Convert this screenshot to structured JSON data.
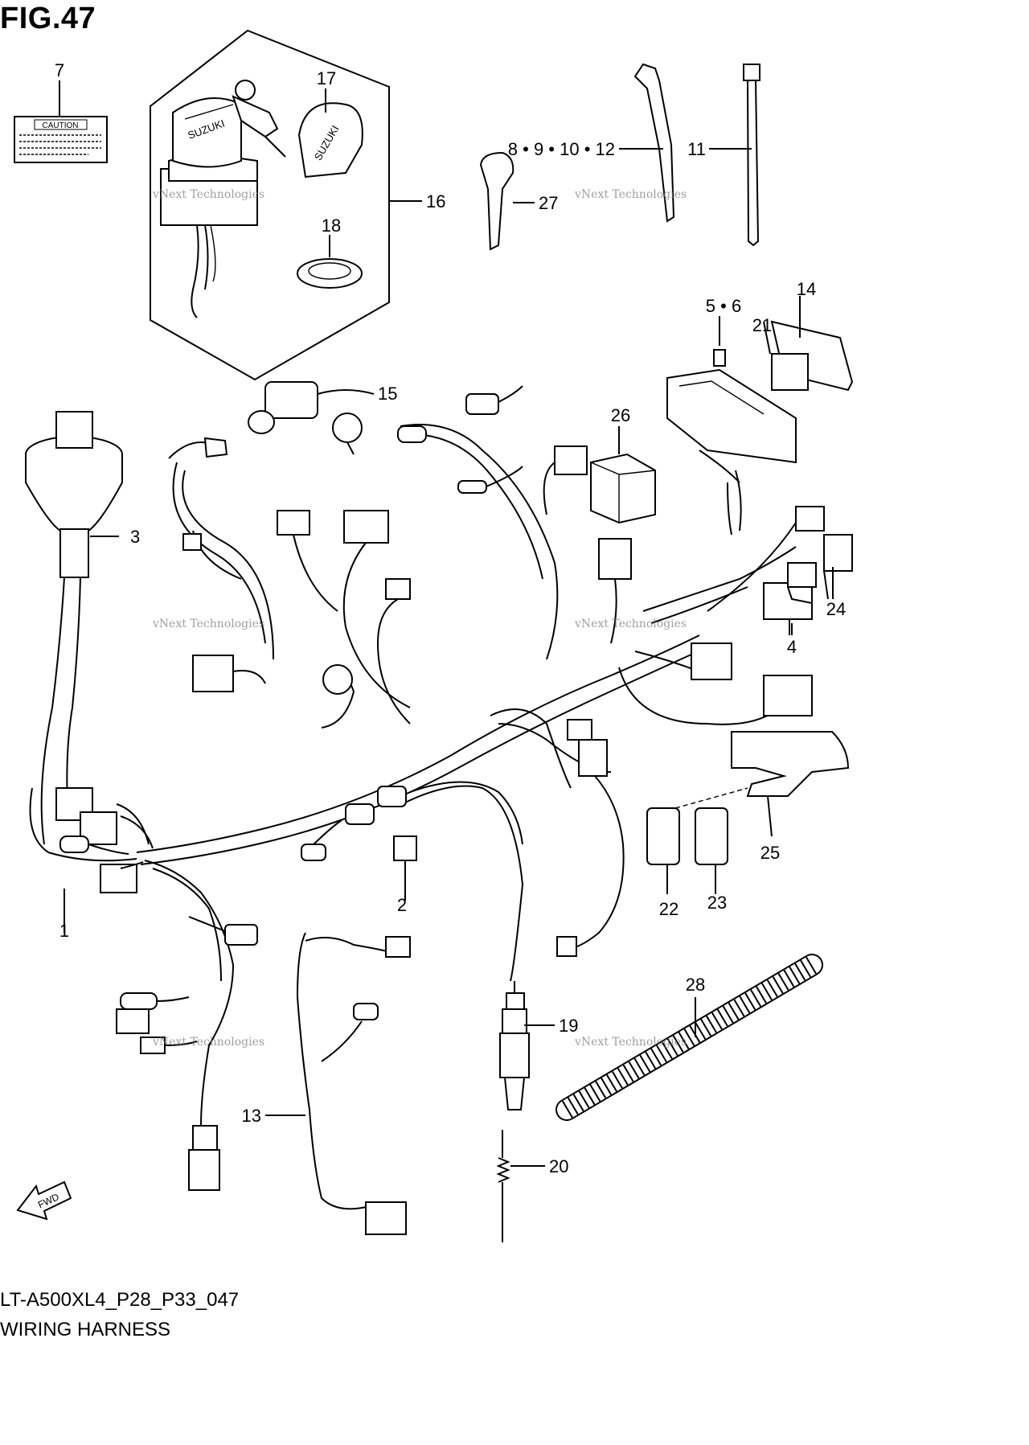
{
  "header": {
    "title": "FIG.47"
  },
  "footer": {
    "model_code": "LT-A500XL4_P28_P33_047",
    "caption": "WIRING HARNESS"
  },
  "caution_label": {
    "text": "CAUTION"
  },
  "fwd_marker": {
    "text": "FWD"
  },
  "watermark": {
    "line1": "vNext Technologies",
    "line2": "vNext",
    "line3": "Technologies"
  },
  "callouts": [
    {
      "id": "c1",
      "text": "1"
    },
    {
      "id": "c2",
      "text": "2"
    },
    {
      "id": "c3",
      "text": "3"
    },
    {
      "id": "c4",
      "text": "4"
    },
    {
      "id": "c56",
      "text": "5 • 6"
    },
    {
      "id": "c7",
      "text": "7"
    },
    {
      "id": "c891012",
      "text": "8 • 9 • 10 • 12"
    },
    {
      "id": "c11",
      "text": "11"
    },
    {
      "id": "c13",
      "text": "13"
    },
    {
      "id": "c14",
      "text": "14"
    },
    {
      "id": "c15",
      "text": "15"
    },
    {
      "id": "c16",
      "text": "16"
    },
    {
      "id": "c17",
      "text": "17"
    },
    {
      "id": "c18",
      "text": "18"
    },
    {
      "id": "c19",
      "text": "19"
    },
    {
      "id": "c20",
      "text": "20"
    },
    {
      "id": "c21",
      "text": "21"
    },
    {
      "id": "c22",
      "text": "22"
    },
    {
      "id": "c23",
      "text": "23"
    },
    {
      "id": "c24",
      "text": "24"
    },
    {
      "id": "c25",
      "text": "25"
    },
    {
      "id": "c26",
      "text": "26"
    },
    {
      "id": "c27",
      "text": "27"
    },
    {
      "id": "c28",
      "text": "28"
    }
  ]
}
